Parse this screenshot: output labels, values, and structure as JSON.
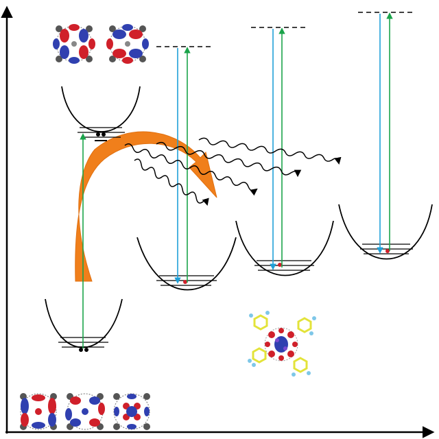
{
  "figure": {
    "type": "energy-level-diagram",
    "colors": {
      "background": "#ffffff",
      "axes": "#000000",
      "well": "#000000",
      "absorption_arrow": "#1aa34a",
      "emission_arrow": "#1fa0d8",
      "transfer_arrow": "#f07f1b",
      "relaxation": "#000000",
      "orbital_lobe_a": "#d0202a",
      "orbital_lobe_b": "#3040b0",
      "phenyl_ring": "#e3e33a"
    },
    "icons": {
      "axes": "arrow-axes",
      "relaxation": "wavy-arrow-icon",
      "transfer": "curved-arrow-icon",
      "molecule": "molecular-orbital-icon"
    },
    "wells": [
      {
        "id": "ground-state-well",
        "levels": 3
      },
      {
        "id": "excited-state-well-1",
        "levels": 3
      },
      {
        "id": "excited-state-well-2",
        "levels": 3
      },
      {
        "id": "excited-state-well-3",
        "levels": 3
      },
      {
        "id": "excited-state-well-4",
        "levels": 3
      }
    ],
    "molecule_groups": [
      {
        "id": "top-orbital-pair",
        "count": 2
      },
      {
        "id": "bottom-orbital-triplet",
        "count": 3
      },
      {
        "id": "phenyl-substituted-molecule",
        "count": 1
      }
    ],
    "relaxation_arrows": 4,
    "text": {}
  }
}
